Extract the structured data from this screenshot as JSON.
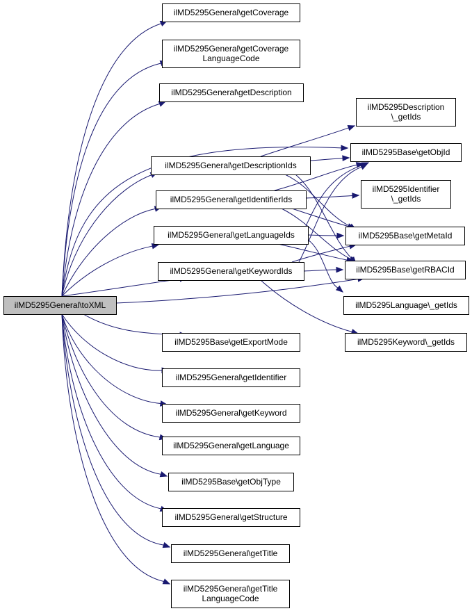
{
  "diagram": {
    "nodes": [
      {
        "id": "root",
        "lines": [
          "ilMD5295General\\toXML"
        ],
        "root": true
      },
      {
        "id": "getCoverage",
        "lines": [
          "ilMD5295General\\getCoverage"
        ]
      },
      {
        "id": "getCoverageLanguageCode",
        "lines": [
          "ilMD5295General\\getCoverage",
          "LanguageCode"
        ]
      },
      {
        "id": "getDescription",
        "lines": [
          "ilMD5295General\\getDescription"
        ]
      },
      {
        "id": "getDescriptionIds",
        "lines": [
          "ilMD5295General\\getDescriptionIds"
        ]
      },
      {
        "id": "getIdentifierIds",
        "lines": [
          "ilMD5295General\\getIdentifierIds"
        ]
      },
      {
        "id": "getLanguageIds",
        "lines": [
          "ilMD5295General\\getLanguageIds"
        ]
      },
      {
        "id": "getKeywordIds",
        "lines": [
          "ilMD5295General\\getKeywordIds"
        ]
      },
      {
        "id": "getExportMode",
        "lines": [
          "ilMD5295Base\\getExportMode"
        ]
      },
      {
        "id": "getIdentifier",
        "lines": [
          "ilMD5295General\\getIdentifier"
        ]
      },
      {
        "id": "getKeyword",
        "lines": [
          "ilMD5295General\\getKeyword"
        ]
      },
      {
        "id": "getLanguage",
        "lines": [
          "ilMD5295General\\getLanguage"
        ]
      },
      {
        "id": "getObjType",
        "lines": [
          "ilMD5295Base\\getObjType"
        ]
      },
      {
        "id": "getStructure",
        "lines": [
          "ilMD5295General\\getStructure"
        ]
      },
      {
        "id": "getTitle",
        "lines": [
          "ilMD5295General\\getTitle"
        ]
      },
      {
        "id": "getTitleLanguageCode",
        "lines": [
          "ilMD5295General\\getTitle",
          "LanguageCode"
        ]
      },
      {
        "id": "descGetIds",
        "lines": [
          "ilMD5295Description",
          "\\_getIds"
        ]
      },
      {
        "id": "getObjId",
        "lines": [
          "ilMD5295Base\\getObjId"
        ]
      },
      {
        "id": "identGetIds",
        "lines": [
          "ilMD5295Identifier",
          "\\_getIds"
        ]
      },
      {
        "id": "getMetaId",
        "lines": [
          "ilMD5295Base\\getMetaId"
        ]
      },
      {
        "id": "getRBACId",
        "lines": [
          "ilMD5295Base\\getRBACId"
        ]
      },
      {
        "id": "langGetIds",
        "lines": [
          "ilMD5295Language\\_getIds"
        ]
      },
      {
        "id": "kwGetIds",
        "lines": [
          "ilMD5295Keyword\\_getIds"
        ]
      }
    ],
    "edges": [
      [
        "root",
        "getCoverage"
      ],
      [
        "root",
        "getCoverageLanguageCode"
      ],
      [
        "root",
        "getDescription"
      ],
      [
        "root",
        "getObjId"
      ],
      [
        "root",
        "getDescriptionIds"
      ],
      [
        "root",
        "getIdentifierIds"
      ],
      [
        "root",
        "getLanguageIds"
      ],
      [
        "root",
        "getKeywordIds"
      ],
      [
        "root",
        "getRBACId"
      ],
      [
        "root",
        "getExportMode"
      ],
      [
        "root",
        "getIdentifier"
      ],
      [
        "root",
        "getKeyword"
      ],
      [
        "root",
        "getLanguage"
      ],
      [
        "root",
        "getObjType"
      ],
      [
        "root",
        "getStructure"
      ],
      [
        "root",
        "getTitle"
      ],
      [
        "root",
        "getTitleLanguageCode"
      ],
      [
        "getDescriptionIds",
        "descGetIds"
      ],
      [
        "getDescriptionIds",
        "getObjId"
      ],
      [
        "getDescriptionIds",
        "getMetaId"
      ],
      [
        "getDescriptionIds",
        "getRBACId"
      ],
      [
        "getIdentifierIds",
        "getObjId"
      ],
      [
        "getIdentifierIds",
        "identGetIds"
      ],
      [
        "getIdentifierIds",
        "getMetaId"
      ],
      [
        "getIdentifierIds",
        "getRBACId"
      ],
      [
        "getLanguageIds",
        "getObjId"
      ],
      [
        "getLanguageIds",
        "getMetaId"
      ],
      [
        "getLanguageIds",
        "getRBACId"
      ],
      [
        "getLanguageIds",
        "langGetIds"
      ],
      [
        "getKeywordIds",
        "getObjId"
      ],
      [
        "getKeywordIds",
        "getMetaId"
      ],
      [
        "getKeywordIds",
        "getRBACId"
      ],
      [
        "getKeywordIds",
        "kwGetIds"
      ]
    ],
    "colors": {
      "edge": "#191970",
      "root_fill": "#bfbfbf",
      "node_fill": "#ffffff",
      "border": "#000000"
    }
  }
}
